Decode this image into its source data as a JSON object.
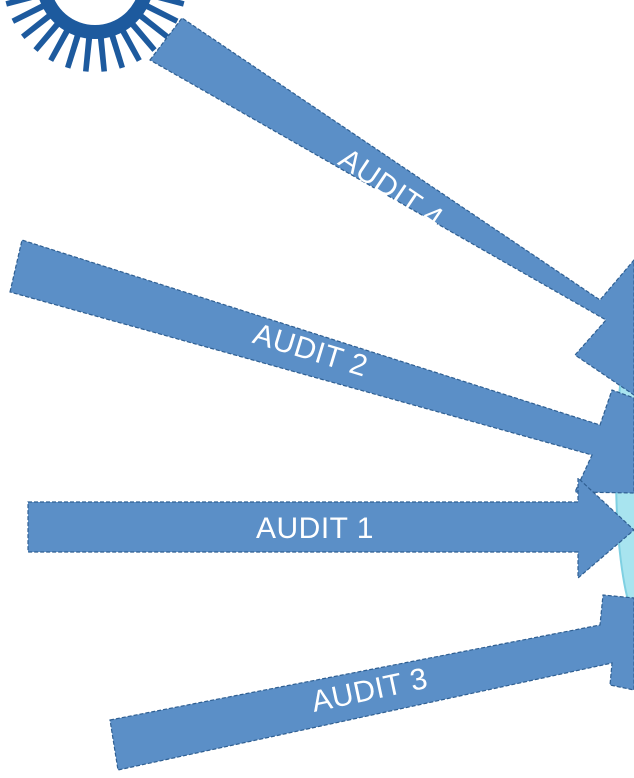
{
  "diagram": {
    "arrows": [
      {
        "id": "audit-4",
        "label": "AUDIT 4"
      },
      {
        "id": "audit-2",
        "label": "AUDIT 2"
      },
      {
        "id": "audit-1",
        "label": "AUDIT 1"
      },
      {
        "id": "audit-3",
        "label": "AUDIT  3"
      }
    ],
    "colors": {
      "arrow_fill": "#5b8fc7",
      "arrow_stroke": "#2f5f92",
      "arrow_text": "#ffffff",
      "sunburst": "#1d5a9e",
      "target_fill": "#a8e4ef",
      "target_stroke": "#7fd0e2",
      "background": "#ffffff"
    },
    "icons": {
      "top_left": "sunburst-logo-icon"
    }
  }
}
